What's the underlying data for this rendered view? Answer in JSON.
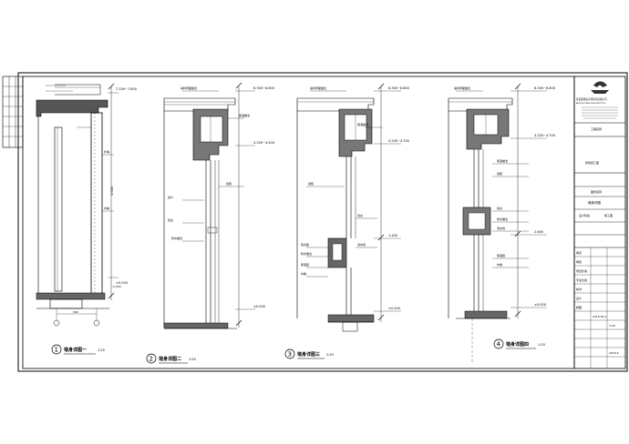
{
  "title_block": {
    "company_cn": "某某建筑设计研究院有限公司",
    "company_en": "ARCHITECTURAL DESIGN INSTITUTE",
    "project_label": "工程名称",
    "sheet_label": "图纸名称",
    "sheet_title": "墙身详图",
    "stage_label": "设计阶段",
    "stage_value": "施工图",
    "drawing_no": "2016-02-1",
    "scale": "1:20",
    "date": "2016.6",
    "roles": [
      "审定",
      "审核",
      "项目负责",
      "专业负责",
      "校对",
      "设计",
      "制图"
    ]
  },
  "details": [
    {
      "num": "1",
      "title": "墙身详图一",
      "scale": "1:20"
    },
    {
      "num": "2",
      "title": "墙身详图二",
      "scale": "1:20"
    },
    {
      "num": "3",
      "title": "墙身详图三",
      "scale": "1:20"
    },
    {
      "num": "4",
      "title": "墙身详图四",
      "scale": "1:20"
    }
  ],
  "elevations": {
    "d1_top": "7.100~7.800",
    "d1_mid": "3.600",
    "d1_bot": "±0.000",
    "d2_top": "6.300~6.600",
    "d2_mid": "4.200~4.500",
    "d2_bot": "±0.000",
    "d3_top": "6.300~6.800",
    "d3_mid": "4.200~4.700",
    "d3_sill": "1.400",
    "d3_bot": "±0.000",
    "d4_top": "6.300~6.800",
    "d4_mid": "4.200~4.700",
    "d4_sill": "2.600",
    "d4_bot": "±0.000"
  }
}
